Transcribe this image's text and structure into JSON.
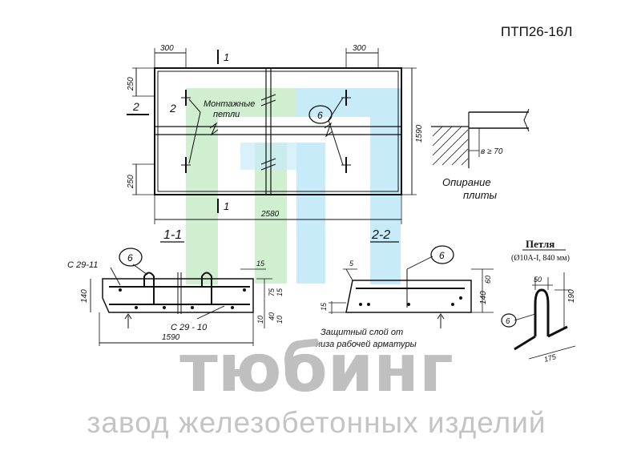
{
  "header": {
    "code": "ПТП26-16Л"
  },
  "plan": {
    "dims": {
      "top_left": "300",
      "top_right": "300",
      "left_top": "250",
      "left_bottom": "250",
      "right": "1590",
      "bottom": "2580"
    },
    "labels": {
      "section1_top": "1",
      "section1_bottom": "1",
      "section2_outer": "2",
      "section2_inner": "2",
      "loops_line1": "Монтажные",
      "loops_line2": "петли",
      "callout": "6"
    }
  },
  "support_detail": {
    "dim": "в ≥ 70",
    "caption_line1": "Опирание",
    "caption_line2": "плиты"
  },
  "section_1": {
    "title": "1-1",
    "callout": "6",
    "mark_top": "C 29-11",
    "mark_bottom": "C 29 - 10",
    "dims": {
      "top": "15",
      "height": "140",
      "d75": "75",
      "d15": "15",
      "d10a": "10",
      "d40": "40",
      "d10b": "10",
      "length": "1590"
    }
  },
  "section_2": {
    "title": "2-2",
    "callout": "6",
    "dims": {
      "top": "5",
      "right_top": "60",
      "right": "140",
      "left": "15"
    },
    "note_line1": "Защитный слой от",
    "note_line2": "низа рабочей арматуры"
  },
  "loop": {
    "title": "Петля",
    "subtitle": "(Ø10А-I, 840 мм)",
    "callout": "6",
    "dims": {
      "top": "50",
      "height": "190",
      "width": "175"
    }
  },
  "watermark": {
    "brand": "тюбинг",
    "tagline": "завод железобетонных изделий",
    "colors": {
      "green": "#c8ecc8",
      "blue": "#bfe8f8",
      "text": "#b9b9b9"
    }
  }
}
